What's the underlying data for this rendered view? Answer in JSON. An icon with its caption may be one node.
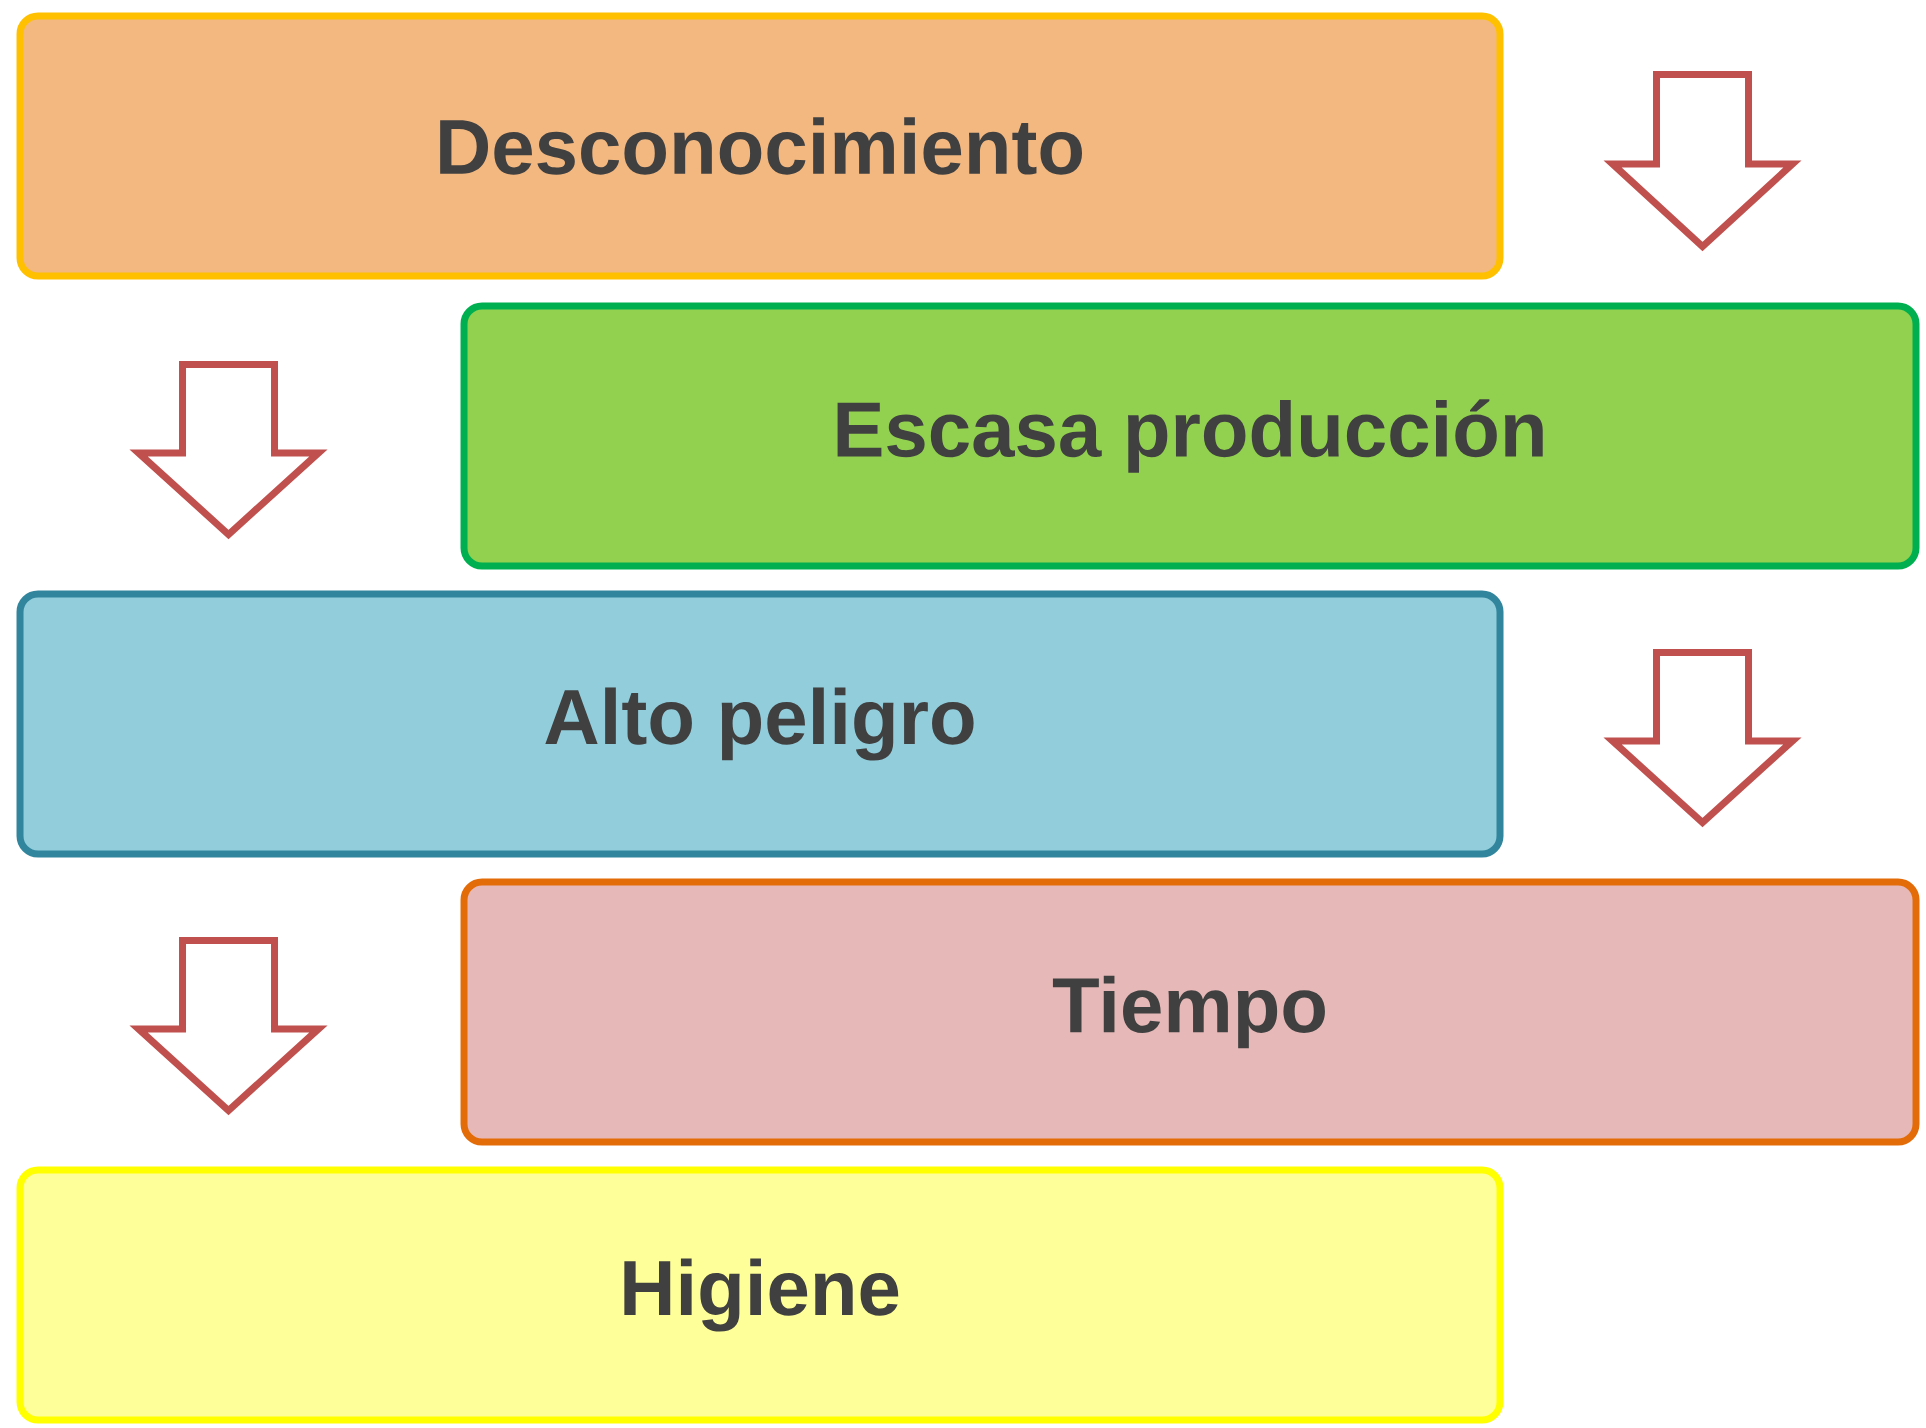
{
  "diagram": {
    "nodes": [
      {
        "text": [
          "Desconocimiento"
        ]
      },
      {
        "text": [
          "Escasa producción"
        ]
      },
      {
        "text": [
          "Alto peligro"
        ]
      },
      {
        "text": [
          "Tiempo"
        ]
      },
      {
        "text": [
          "Higiene"
        ]
      }
    ],
    "edges": [
      {
        "from": 0,
        "to": 1,
        "arrow": "to"
      },
      {
        "from": 1,
        "to": 2,
        "arrow": "to"
      },
      {
        "from": 2,
        "to": 3,
        "arrow": "to"
      },
      {
        "from": 3,
        "to": 4,
        "arrow": "to"
      }
    ]
  }
}
